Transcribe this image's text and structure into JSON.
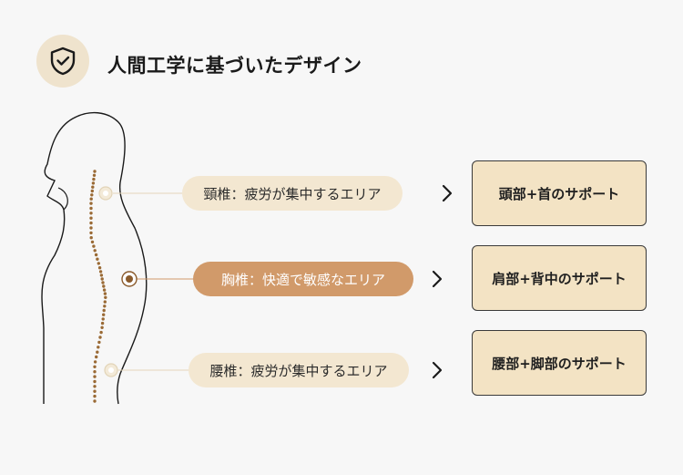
{
  "header": {
    "title": "人間工学に基づいたデザイン",
    "icon": "shield-check-icon"
  },
  "colors": {
    "background": "#f7f7f7",
    "badge_bg": "#efe3cd",
    "pill_bg": "#f3e7d1",
    "pill_active_bg": "#d19a6a",
    "box_bg": "#f3e3c4",
    "spine_dot": "#9a6a35"
  },
  "zones": [
    {
      "label": "頸椎：疲労が集中するエリア",
      "support": "頭部+首のサポート",
      "active": false
    },
    {
      "label": "胸椎：快適で敏感なエリア",
      "support": "肩部+背中のサポート",
      "active": true
    },
    {
      "label": "腰椎：疲労が集中するエリア",
      "support": "腰部+脚部のサポート",
      "active": false
    }
  ]
}
